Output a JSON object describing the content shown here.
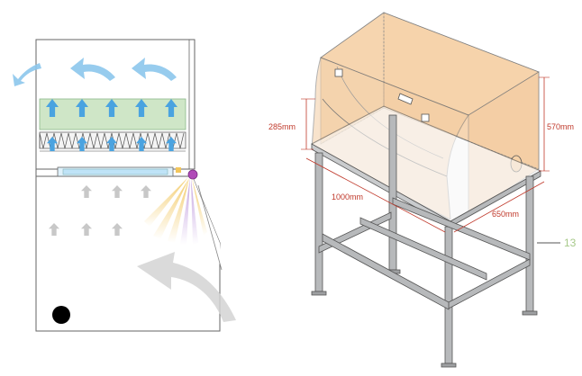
{
  "dimensions": {
    "sash_height": "285mm",
    "hood_height": "570mm",
    "width": "1000mm",
    "depth": "650mm"
  },
  "callout": {
    "number": "13"
  },
  "colors": {
    "airflow_blue": "#4aa3e0",
    "airflow_grey": "#c8c8c8",
    "hepa_green": "#cfe6c7",
    "uv_light": "#b04ab8",
    "hood_tint": "#f3c99a",
    "dimension_red": "#c0392b",
    "frame_grey": "#b7b9bb",
    "callout_green": "#a7c98a"
  },
  "icons": {
    "airflow": "arrow-icon",
    "uv_lamp": "lamp-icon",
    "drain": "dot-icon"
  }
}
